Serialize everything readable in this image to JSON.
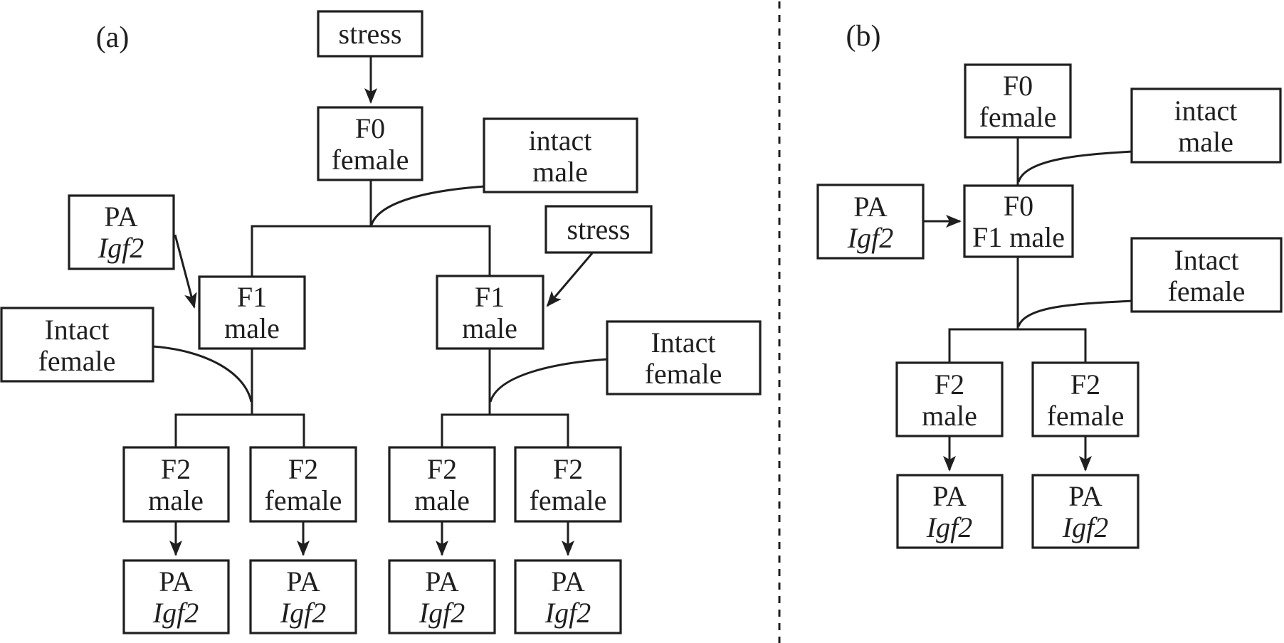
{
  "figure": {
    "ink_color": "#1f1f1f",
    "background_color": "#ffffff"
  },
  "panel_a": {
    "label": "(a)",
    "stress_top": {
      "line1": "stress"
    },
    "f0_female": {
      "line1": "F0",
      "line2": "female"
    },
    "intact_male": {
      "line1": "intact",
      "line2": "male"
    },
    "stress_right": {
      "line1": "stress"
    },
    "pa_igf2": {
      "line1": "PA",
      "line2": "Igf2"
    },
    "f1_male_left": {
      "line1": "F1",
      "line2": "male"
    },
    "f1_male_right": {
      "line1": "F1",
      "line2": "male"
    },
    "intact_female_left": {
      "line1": "Intact",
      "line2": "female"
    },
    "intact_female_right": {
      "line1": "Intact",
      "line2": "female"
    },
    "f2_male_left": {
      "line1": "F2",
      "line2": "male"
    },
    "f2_female_left": {
      "line1": "F2",
      "line2": "female"
    },
    "f2_male_right": {
      "line1": "F2",
      "line2": "male"
    },
    "f2_female_right": {
      "line1": "F2",
      "line2": "female"
    },
    "pa_igf2_1": {
      "line1": "PA",
      "line2": "Igf2"
    },
    "pa_igf2_2": {
      "line1": "PA",
      "line2": "Igf2"
    },
    "pa_igf2_3": {
      "line1": "PA",
      "line2": "Igf2"
    },
    "pa_igf2_4": {
      "line1": "PA",
      "line2": "Igf2"
    }
  },
  "panel_b": {
    "label": "(b)",
    "f0_female": {
      "line1": "F0",
      "line2": "female"
    },
    "intact_male": {
      "line1": "intact",
      "line2": "male"
    },
    "pa_igf2_left": {
      "line1": "PA",
      "line2": "Igf2"
    },
    "f0_f1_male": {
      "line1": "F0",
      "line2": "F1 male"
    },
    "intact_female": {
      "line1": "Intact",
      "line2": "female"
    },
    "f2_male": {
      "line1": "F2",
      "line2": "male"
    },
    "f2_female": {
      "line1": "F2",
      "line2": "female"
    },
    "pa_igf2_male": {
      "line1": "PA",
      "line2": "Igf2"
    },
    "pa_igf2_female": {
      "line1": "PA",
      "line2": "Igf2"
    }
  }
}
